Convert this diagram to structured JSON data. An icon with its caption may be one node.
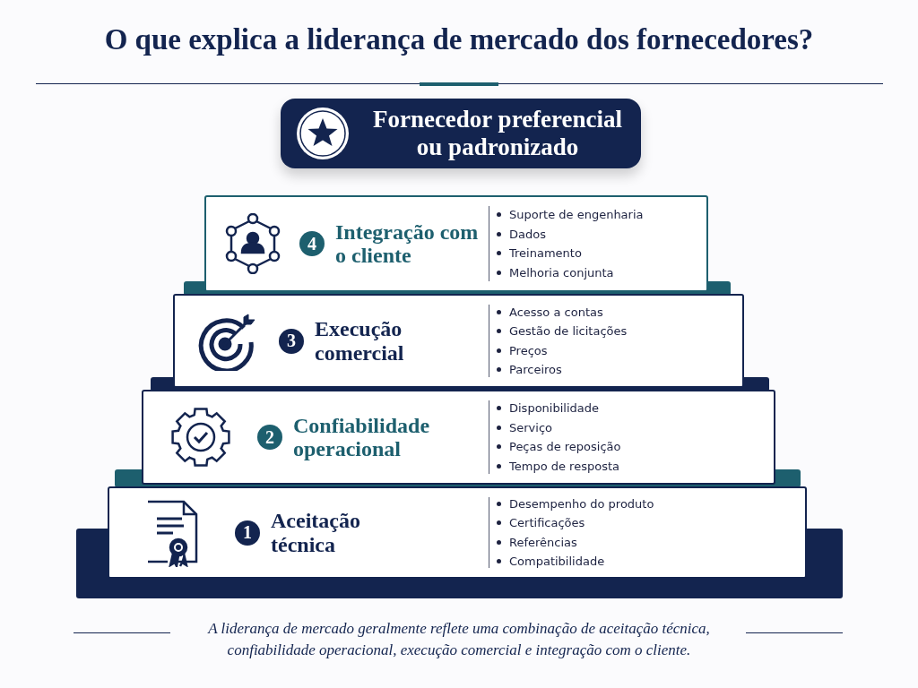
{
  "diagram": {
    "title": "O que explica a liderança de mercado dos fornecedores?",
    "caption": "A liderança de mercado geralmente reflete uma combinação de aceitação técnica, confiabilidade operacional, execução comercial e integração com o cliente.",
    "nodes": [
      {
        "text": [
          "Fornecedor preferencial ou padronizado"
        ]
      },
      {
        "text": [
          "4",
          "Integração com o cliente",
          "Suporte de engenharia",
          "Dados",
          "Treinamento",
          "Melhoria conjunta"
        ]
      },
      {
        "text": [
          "3",
          "Execução comercial",
          "Acesso a contas",
          "Gestão de licitações",
          "Preços",
          "Parceiros"
        ]
      },
      {
        "text": [
          "2",
          "Confiabilidade operacional",
          "Disponibilidade",
          "Serviço",
          "Peças de reposição",
          "Tempo de resposta"
        ]
      },
      {
        "text": [
          "1",
          "Aceitação técnica",
          "Desempenho do produto",
          "Certificações",
          "Referências",
          "Compatibilidade"
        ]
      }
    ]
  }
}
